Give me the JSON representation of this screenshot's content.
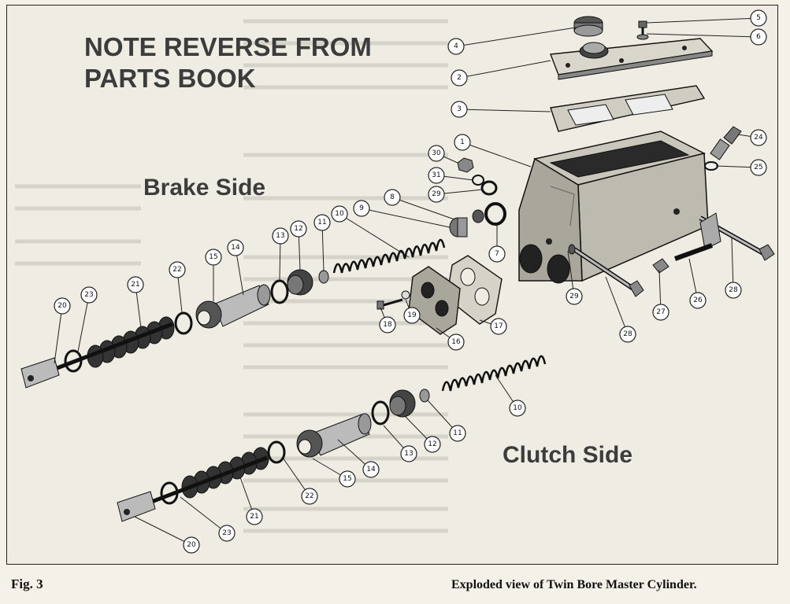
{
  "note": {
    "line1": "NOTE REVERSE FROM",
    "line2": "PARTS BOOK"
  },
  "labels": {
    "brake": "Brake Side",
    "clutch": "Clutch Side"
  },
  "figure": {
    "number": "Fig. 3",
    "caption": "Exploded view of Twin Bore Master Cylinder."
  },
  "callouts": [
    {
      "id": "c4",
      "text": "4"
    },
    {
      "id": "c5",
      "text": "5"
    },
    {
      "id": "c6",
      "text": "6"
    },
    {
      "id": "c2",
      "text": "2"
    },
    {
      "id": "c3",
      "text": "3"
    },
    {
      "id": "c1",
      "text": "1"
    },
    {
      "id": "c24",
      "text": "24"
    },
    {
      "id": "c25",
      "text": "25"
    },
    {
      "id": "c30",
      "text": "30"
    },
    {
      "id": "c31",
      "text": "31"
    },
    {
      "id": "c29a",
      "text": "29"
    },
    {
      "id": "c8",
      "text": "8"
    },
    {
      "id": "c9",
      "text": "9"
    },
    {
      "id": "c7",
      "text": "7"
    },
    {
      "id": "c10a",
      "text": "10"
    },
    {
      "id": "c11a",
      "text": "11"
    },
    {
      "id": "c12a",
      "text": "12"
    },
    {
      "id": "c13a",
      "text": "13"
    },
    {
      "id": "c14a",
      "text": "14"
    },
    {
      "id": "c15a",
      "text": "15"
    },
    {
      "id": "c22a",
      "text": "22"
    },
    {
      "id": "c21a",
      "text": "21"
    },
    {
      "id": "c23a",
      "text": "23"
    },
    {
      "id": "c20a",
      "text": "20"
    },
    {
      "id": "c18",
      "text": "18"
    },
    {
      "id": "c19",
      "text": "19"
    },
    {
      "id": "c16",
      "text": "16"
    },
    {
      "id": "c17",
      "text": "17"
    },
    {
      "id": "c29b",
      "text": "29"
    },
    {
      "id": "c28a",
      "text": "28"
    },
    {
      "id": "c27",
      "text": "27"
    },
    {
      "id": "c26",
      "text": "26"
    },
    {
      "id": "c28b",
      "text": "28"
    },
    {
      "id": "c10b",
      "text": "10"
    },
    {
      "id": "c11b",
      "text": "11"
    },
    {
      "id": "c12b",
      "text": "12"
    },
    {
      "id": "c13b",
      "text": "13"
    },
    {
      "id": "c14b",
      "text": "14"
    },
    {
      "id": "c15b",
      "text": "15"
    },
    {
      "id": "c22b",
      "text": "22"
    },
    {
      "id": "c21b",
      "text": "21"
    },
    {
      "id": "c23b",
      "text": "23"
    },
    {
      "id": "c20b",
      "text": "20"
    }
  ]
}
